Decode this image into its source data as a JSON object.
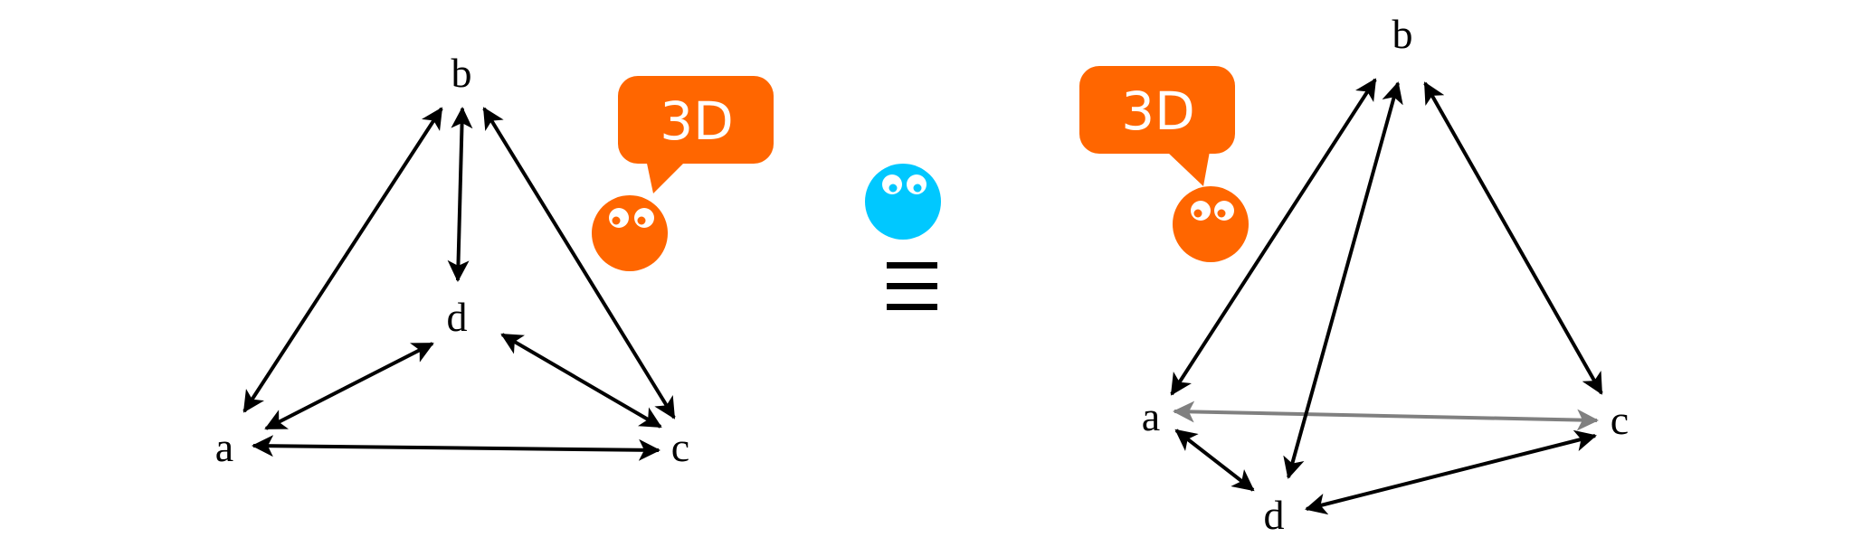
{
  "colors": {
    "edge": "#000000",
    "edge_back": "#808080",
    "character_orange": "#ff6600",
    "character_cyan": "#00c8ff",
    "eye_white": "#ffffff"
  },
  "left_graph": {
    "nodes": {
      "a": "a",
      "b": "b",
      "c": "c",
      "d": "d"
    },
    "speech_bubble": "3D"
  },
  "equivalence_symbol": "≡",
  "right_graph": {
    "nodes": {
      "a": "a",
      "b": "b",
      "c": "c",
      "d": "d"
    },
    "speech_bubble": "3D"
  }
}
